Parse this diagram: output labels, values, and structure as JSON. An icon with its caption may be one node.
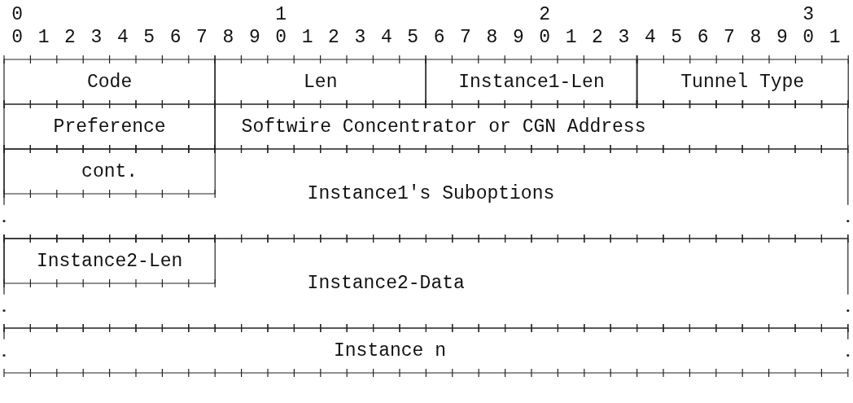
{
  "diagram": {
    "nodes": [
      {
        "text": [
          "Code"
        ]
      },
      {
        "text": [
          "Len"
        ]
      },
      {
        "text": [
          "Instance1-Len"
        ]
      },
      {
        "text": [
          "Tunnel Type"
        ]
      },
      {
        "text": [
          "Preference"
        ]
      },
      {
        "text": [
          "Softwire Concentrator or CGN Address"
        ]
      },
      {
        "text": [
          "cont."
        ],
        "in": 7
      },
      {
        "text": [
          "Instance1's Suboptions"
        ]
      },
      {
        "text": [
          "Instance2-Len"
        ],
        "in": 9
      },
      {
        "text": [
          "Instance2-Data"
        ]
      },
      {
        "text": [
          "Instance n"
        ]
      }
    ],
    "labels": [
      "0",
      "1",
      "2",
      "3",
      "0",
      "1",
      "2",
      "3",
      "4",
      "5",
      "6",
      "7",
      "8",
      "9",
      "0",
      "1",
      "2",
      "3",
      "4",
      "5",
      "6",
      "7",
      "8",
      "9",
      "0",
      "1",
      "2",
      "3",
      "4",
      "5",
      "6",
      "7",
      "8",
      "9",
      "0",
      "1"
    ]
  }
}
